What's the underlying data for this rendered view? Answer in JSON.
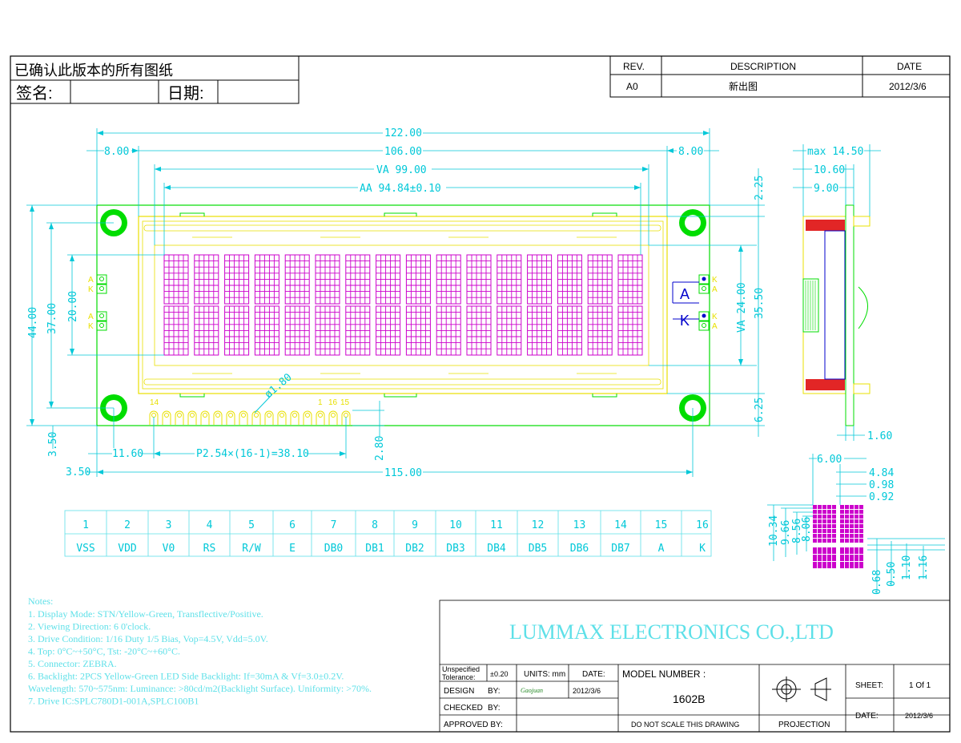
{
  "title_block": {
    "approval_text": "已确认此版本的所有图纸",
    "sign_label": "签名:",
    "date_label": "日期:"
  },
  "revision": {
    "headers": [
      "REV.",
      "DESCRIPTION",
      "DATE"
    ],
    "rows": [
      [
        "A0",
        "新出图",
        "2012/3/6"
      ]
    ]
  },
  "dimensions": {
    "overall_width": "122.00",
    "inner_width": "106.00",
    "left_margin": "8.00",
    "right_margin": "8.00",
    "va_width": "VA 99.00",
    "aa_width": "AA 94.84±0.10",
    "height_44": "44.00",
    "height_37": "37.00",
    "height_20": "20.00",
    "va_height": "VA 24.00",
    "height_35": "35.50",
    "top_225": "2.25",
    "bottom_625": "6.25",
    "hole_dia": "ø1.80",
    "pin_pitch": "P2.54×(16-1)=38.10",
    "pin_offset": "11.60",
    "pin_height": "2.80",
    "left_350": "3.50",
    "bottom_width": "115.00",
    "left_bottom_350": "3.50",
    "side_max": "max 14.50",
    "side_1060": "10.60",
    "side_900": "9.00",
    "side_160": "1.60",
    "char_600": "6.00",
    "char_484": "4.84",
    "char_098": "0.98",
    "char_092": "0.92",
    "char_1034": "10.34",
    "char_966": "9.66",
    "char_856": "8.56",
    "char_806": "8.06",
    "char_068": "0.68",
    "char_050": "0.50",
    "char_110": "1.10",
    "char_116": "1.16"
  },
  "pin_labels_top": [
    "14",
    "1",
    "16",
    "15"
  ],
  "backlight_labels": {
    "a": "A",
    "k": "K",
    "big_a": "A",
    "big_k": "K"
  },
  "pin_table": {
    "numbers": [
      "1",
      "2",
      "3",
      "4",
      "5",
      "6",
      "7",
      "8",
      "9",
      "10",
      "11",
      "12",
      "13",
      "14",
      "15",
      "16"
    ],
    "names": [
      "VSS",
      "VDD",
      "V0",
      "RS",
      "R/W",
      "E",
      "DB0",
      "DB1",
      "DB2",
      "DB3",
      "DB4",
      "DB5",
      "DB6",
      "DB7",
      "A",
      "K"
    ]
  },
  "notes": {
    "heading": "Notes:",
    "lines": [
      "1. Display Mode:   STN/Yellow-Green, Transflective/Positive.",
      "2. Viewing Direction:   6 0'clock.",
      "3. Drive Condition:    1/16 Duty  1/5 Bias, Vop=4.5V,  Vdd=5.0V.",
      "4. Top: 0°C~+50°C,  Tst: -20°C~+60°C.",
      "5. Connector:  ZEBRA.",
      "6. Backlight:  2PCS Yellow-Green LED Side Backlight:   If=30mA  &  Vf=3.0±0.2V.",
      "    Wavelength:  570~575nm:    Luminance: >80cd/m2(Backlight  Surface). Uniformity: >70%.",
      "7. Drive  IC:SPLC780D1-001A,SPLC100B1"
    ]
  },
  "company": "LUMMAX ELECTRONICS CO.,LTD",
  "info": {
    "tolerance_label": "Unspecified Tolerance:",
    "tolerance_value": "±0.20",
    "units": "UNITS: mm",
    "date_label": "DATE:",
    "model_label": "MODEL NUMBER :",
    "model": "1602B",
    "design_label": "DESIGN",
    "by_label": "BY:",
    "designer_sig": "Gaojuan",
    "design_date": "2012/3/6",
    "checked_label": "CHECKED",
    "checked_by": "BY:",
    "approved_label": "APPROVED BY:",
    "no_scale": "DO NOT SCALE THIS DRAWING",
    "projection": "PROJECTION",
    "sheet_label": "SHEET:",
    "sheet_value": "1  Of  1",
    "date2_label": "DATE:",
    "date2_value": "2012/3/6"
  },
  "colors": {
    "dimension": "#00c8d8",
    "pcb": "#00dd00",
    "bezel": "#e8e000",
    "pixels": "#cc00cc",
    "backlight": "#0000cc",
    "side_red": "#dd0000"
  }
}
